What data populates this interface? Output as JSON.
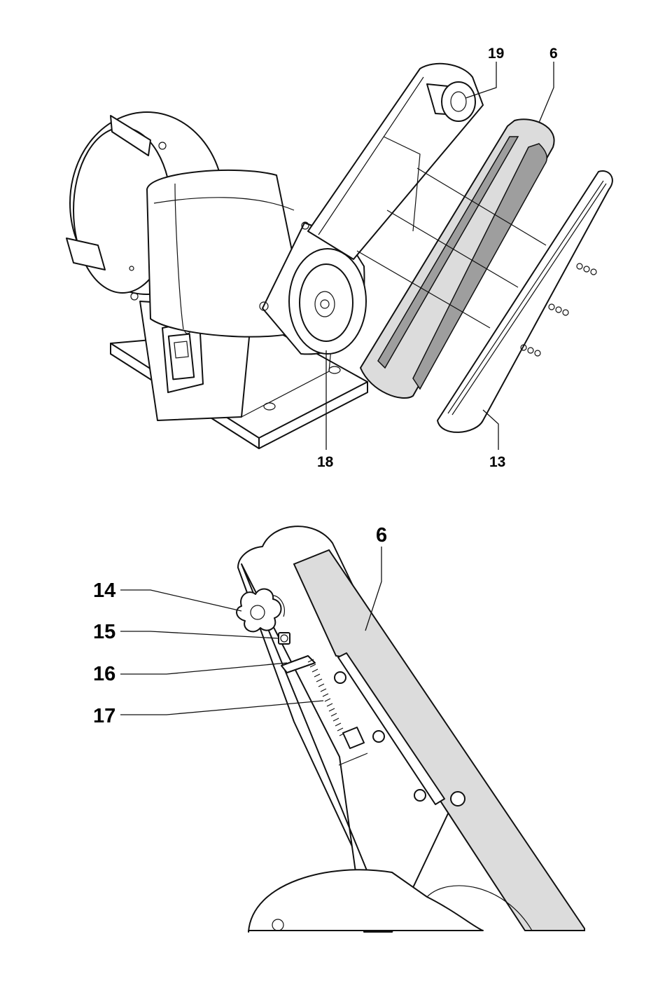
{
  "top_figure": {
    "callouts": {
      "belt": "6",
      "idler": "19",
      "drive_wheel": "18",
      "side_plate": "13"
    }
  },
  "bottom_figure": {
    "callouts": {
      "belt": "6",
      "knob": "14",
      "screw": "15",
      "plate": "16",
      "spring": "17"
    }
  }
}
